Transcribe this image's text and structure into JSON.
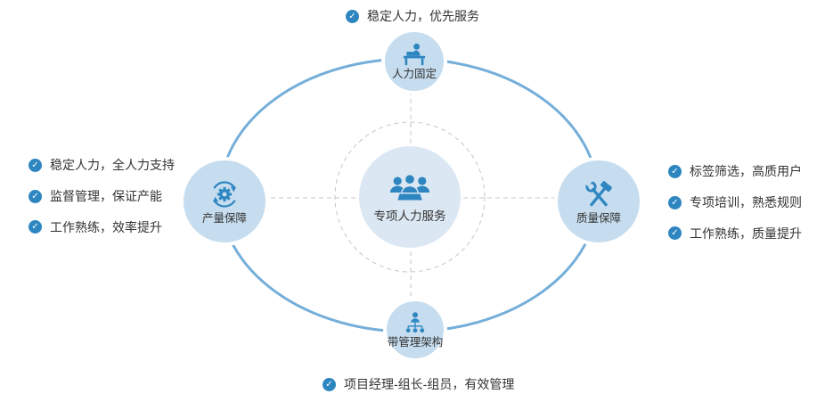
{
  "colors": {
    "accent_blue": "#2e86c1",
    "ellipse_stroke": "#74aed9",
    "node_fill": "#c6ddef",
    "center_fill": "#dbe7f2",
    "dash_gray": "#c6c6c6",
    "text": "#333333"
  },
  "icons": {
    "check_glyph": "✓",
    "center": "team-icon",
    "top": "worker-at-desk-icon",
    "left": "gear-sync-icon",
    "right": "hammer-wrench-icon",
    "bottom": "org-hierarchy-icon"
  },
  "center": {
    "label": "专项人力服务"
  },
  "nodes": {
    "top": {
      "label": "人力固定"
    },
    "left": {
      "label": "产量保障"
    },
    "right": {
      "label": "质量保障"
    },
    "bottom": {
      "label": "带管理架构"
    }
  },
  "annotations": {
    "top": "稳定人力，优先服务",
    "bottom": "项目经理-组长-组员，有效管理"
  },
  "left_list": [
    "稳定人力，全人力支持",
    "监督管理，保证产能",
    "工作熟练，效率提升"
  ],
  "right_list": [
    "标签筛选，高质用户",
    "专项培训，熟悉规则",
    "工作熟练，质量提升"
  ]
}
